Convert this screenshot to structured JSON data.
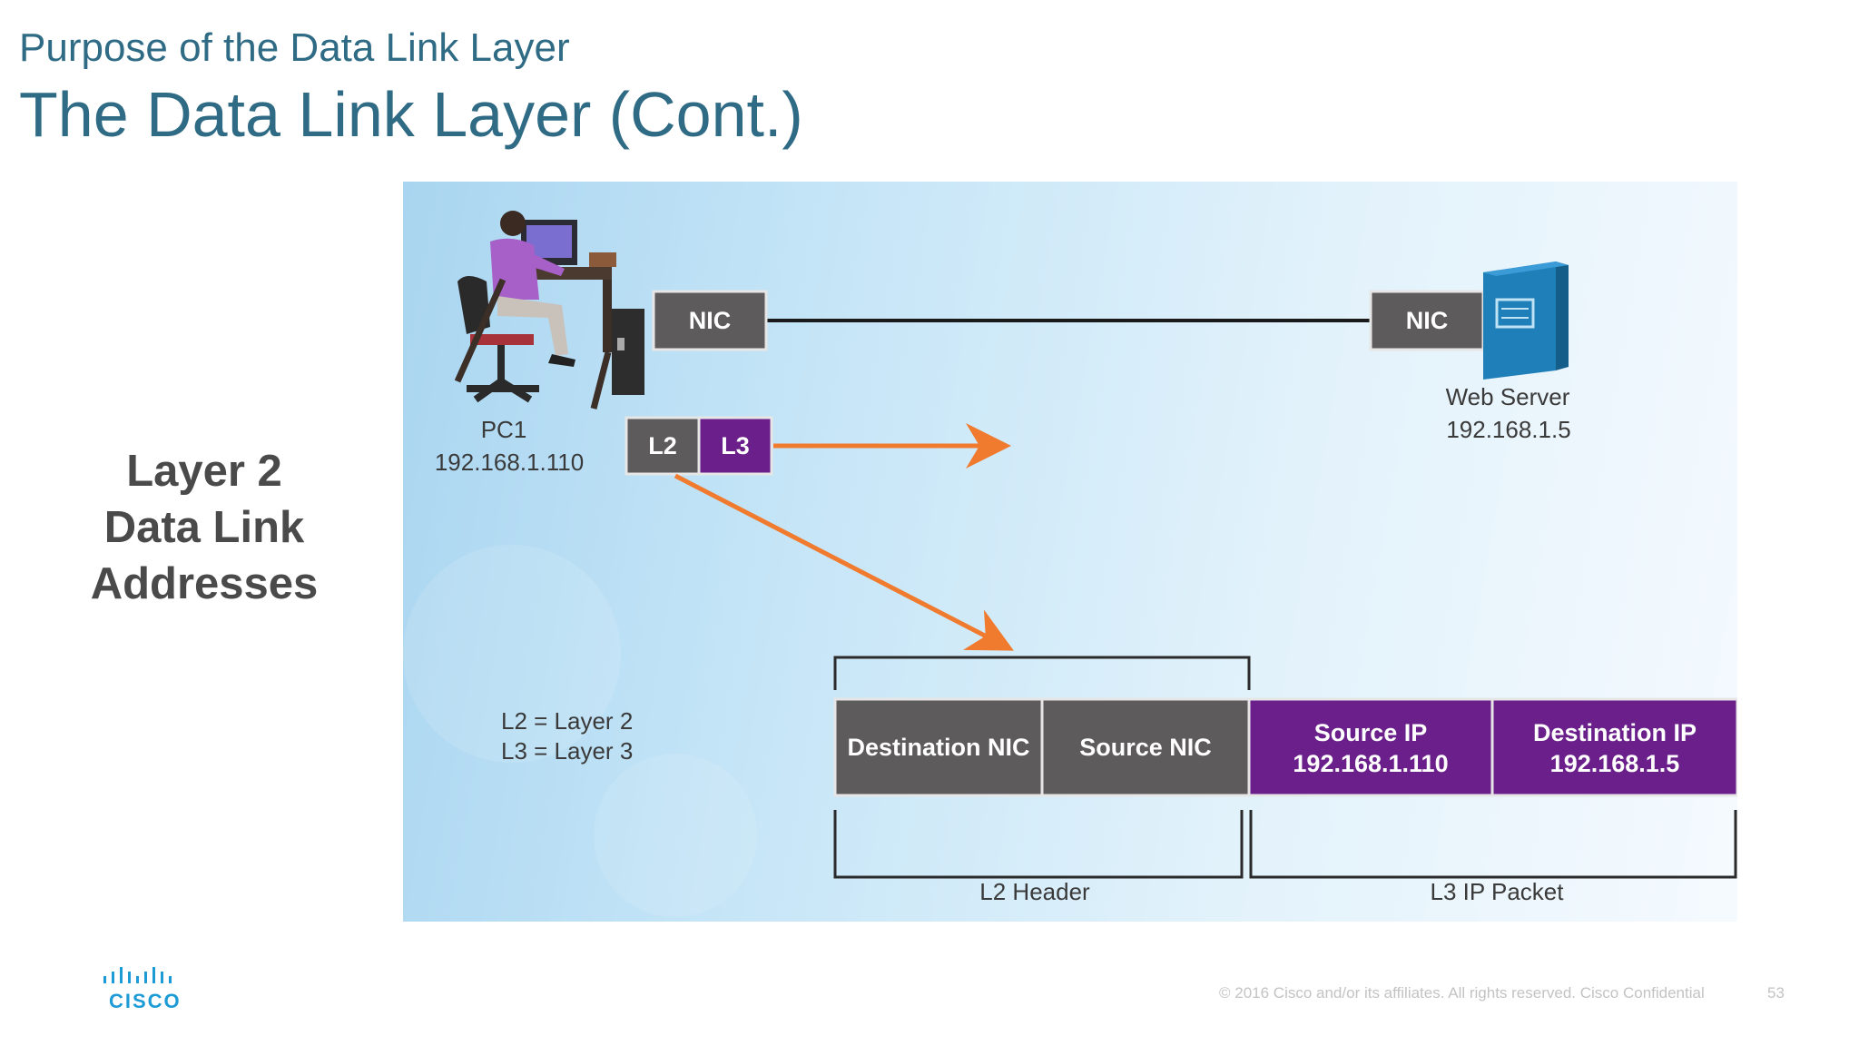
{
  "slide": {
    "subtitle": "Purpose of the Data Link Layer",
    "title": "The Data Link Layer (Cont.)",
    "side_label": [
      "Layer 2",
      "Data Link",
      "Addresses"
    ]
  },
  "diagram": {
    "pc1": {
      "name": "PC1",
      "ip": "192.168.1.110"
    },
    "server": {
      "name": "Web Server",
      "ip": "192.168.1.5"
    },
    "nic_left": "NIC",
    "nic_right": "NIC",
    "tags": {
      "l2": "L2",
      "l3": "L3"
    },
    "legend": [
      "L2 = Layer 2",
      "L3 = Layer 3"
    ],
    "frame": {
      "destination_nic": "Destination NIC",
      "source_nic": "Source NIC",
      "source_ip_label": "Source IP",
      "source_ip_value": "192.168.1.110",
      "destination_ip_label": "Destination IP",
      "destination_ip_value": "192.168.1.5"
    },
    "l2_header": "L2 Header",
    "l3_packet": "L3 IP Packet",
    "colors": {
      "nic_gray": "#5d5b5c",
      "l3_purple": "#6a1f8a",
      "arrow_orange": "#f07a2e",
      "title_teal": "#2f6b84"
    }
  },
  "footer": {
    "logo_icon": "cisco-logo-icon",
    "logo_text": "CISCO",
    "copyright": "© 2016  Cisco and/or its affiliates. All rights reserved.   Cisco Confidential",
    "page_number": "53"
  }
}
